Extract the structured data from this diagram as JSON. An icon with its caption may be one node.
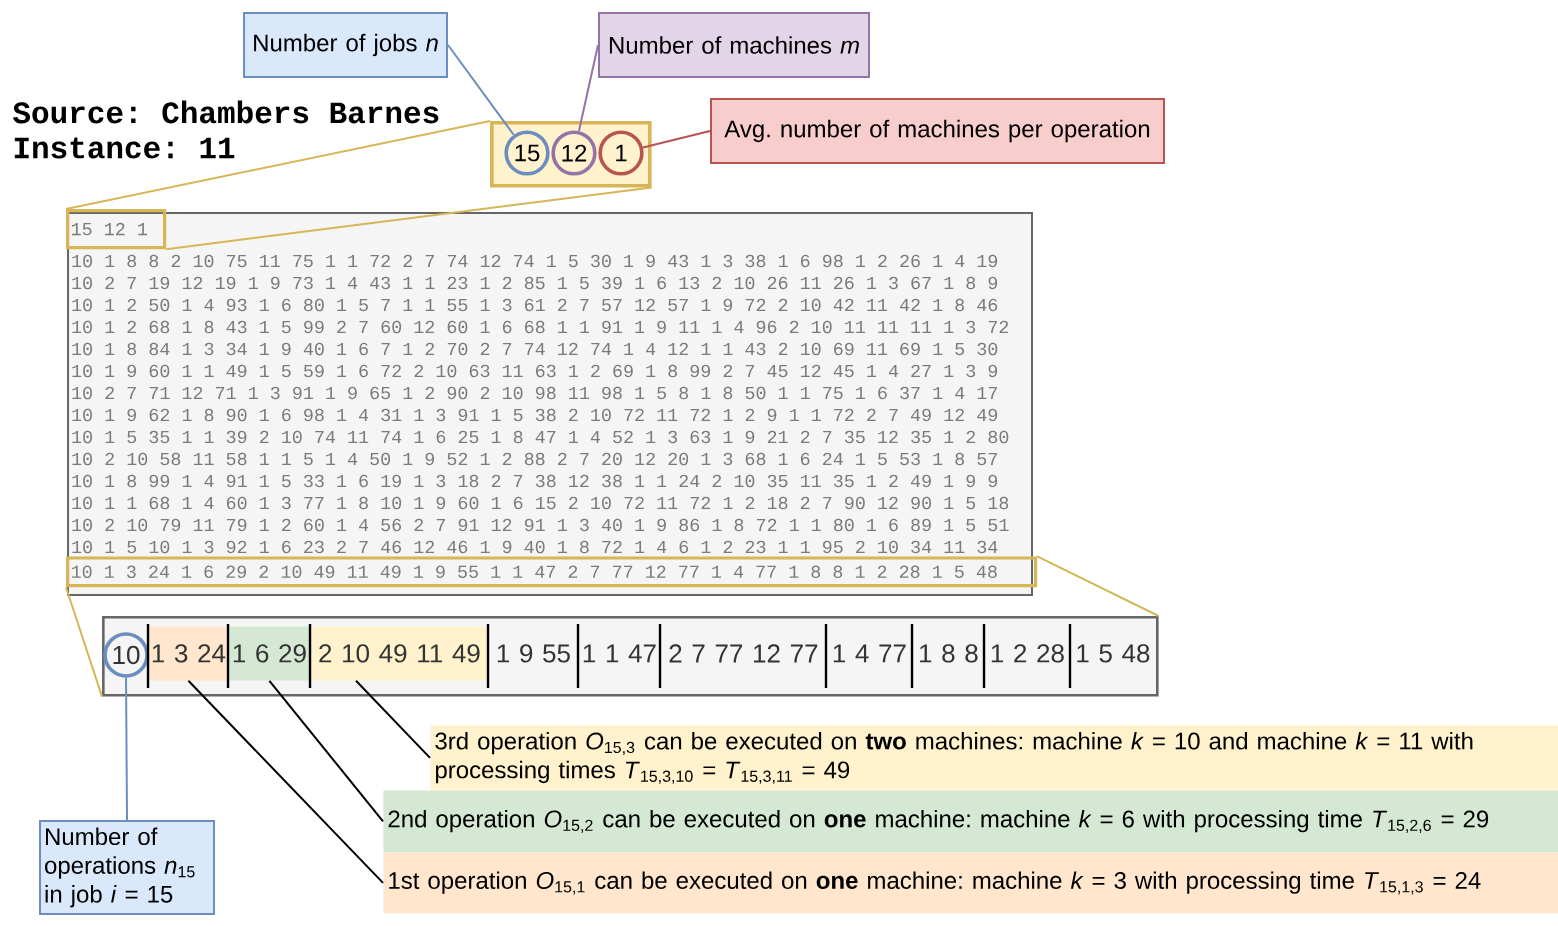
{
  "diagram": {
    "nodes": [
      {
        "text": [
          "Number of jobs *n*"
        ]
      },
      {
        "text": [
          "Number of machines *m*"
        ]
      },
      {
        "text": [
          "Avg. number of machines per operation"
        ]
      },
      {
        "text": [],
        "shape": "box"
      },
      {
        "text": [
          "15"
        ],
        "in": 3
      },
      {
        "text": [
          "12"
        ],
        "in": 3
      },
      {
        "text": [
          "1"
        ],
        "in": 3
      },
      {
        "text": [
          "10 1 8 8 2 10 75 11 75 1 1 72 2 7 74 12 74 1 5 30 1 9 43 1 3 38 1 6 98 1 2 26 1 4 19",
          "10 2 7 19 12 19 1 9 73 1 4 43 1 1 23 1 2 85 1 5 39 1 6 13 2 10 26 11 26 1 3 67 1 8 9",
          "10 1 2 50 1 4 93 1 6 80 1 5 7 1 1 55 1 3 61 2 7 57 12 57 1 9 72 2 10 42 11 42 1 8 46",
          "10 1 2 68 1 8 43 1 5 99 2 7 60 12 60 1 6 68 1 1 91 1 9 11 1 4 96 2 10 11 11 11 1 3 72",
          "10 1 8 84 1 3 34 1 9 40 1 6 7 1 2 70 2 7 74 12 74 1 4 12 1 1 43 2 10 69 11 69 1 5 30",
          "10 1 9 60 1 1 49 1 5 59 1 6 72 2 10 63 11 63 1 2 69 1 8 99 2 7 45 12 45 1 4 27 1 3 9",
          "10 2 7 71 12 71 1 3 91 1 9 65 1 2 90 2 10 98 11 98 1 5 8 1 8 50 1 1 75 1 6 37 1 4 17",
          "10 1 9 62 1 8 90 1 6 98 1 4 31 1 3 91 1 5 38 2 10 72 11 72 1 2 9 1 1 72 2 7 49 12 49",
          "10 1 5 35 1 1 39 2 10 74 11 74 1 6 25 1 8 47 1 4 52 1 3 63 1 9 21 2 7 35 12 35 1 2 80",
          "10 2 10 58 11 58 1 1 5 1 4 50 1 9 52 1 2 88 2 7 20 12 20 1 3 68 1 6 24 1 5 53 1 8 57",
          "10 1 8 99 1 4 91 1 5 33 1 6 19 1 3 18 2 7 38 12 38 1 1 24 2 10 35 11 35 1 2 49 1 9 9",
          "10 1 1 68 1 4 60 1 3 77 1 8 10 1 9 60 1 6 15 2 10 72 11 72 1 2 18 2 7 90 12 90 1 5 18",
          "10 2 10 79 11 79 1 2 60 1 4 56 2 7 91 12 91 1 3 40 1 9 86 1 8 72 1 1 80 1 6 89 1 5 51",
          "10 1 5 10 1 3 92 1 6 23 2 7 46 12 46 1 9 40 1 8 72 1 4 6 1 2 23 1 1 95 2 10 34 11 34"
        ]
      },
      {
        "text": [
          "15 12 1"
        ],
        "in": 7
      },
      {
        "text": [
          "10 1 3 24 1 6 29 2 10 49 11 49 1 9 55 1 1 47 2 7 77 12 77 1 4 77 1 8 8 1 2 28 1 5 48"
        ],
        "in": 7
      },
      {
        "text": [],
        "shape": "box"
      },
      {
        "text": [
          "10"
        ],
        "in": 10
      },
      {
        "text": [
          "1 3 24"
        ],
        "in": 10
      },
      {
        "text": [
          "1 6 29"
        ],
        "in": 10
      },
      {
        "text": [
          "2 10 49 11 49"
        ],
        "in": 10
      },
      {
        "text": [
          "1 9 55"
        ],
        "in": 10
      },
      {
        "text": [
          "1 1 47"
        ],
        "in": 10
      },
      {
        "text": [
          "2 7 77 12 77"
        ],
        "in": 10
      },
      {
        "text": [
          "1 4 77"
        ],
        "in": 10
      },
      {
        "text": [
          "1 8 8"
        ],
        "in": 10
      },
      {
        "text": [
          "1 2 28"
        ],
        "in": 10
      },
      {
        "text": [
          "1 5 48"
        ],
        "in": 10
      },
      {
        "text": [
          "3rd operation *O*$_{15,3}$ can be executed on **two** machines: machine *k* = 10 and machine *k* = 11 with processing times *T*$_{15,3,10}$ = *T*$_{15,3,11}$ = 49"
        ]
      },
      {
        "text": [
          "2nd operation *O*$_{15,2}$ can be executed on **one** machine: machine *k* = 6 with processing time *T*$_{15,2,6}$ = 29"
        ]
      },
      {
        "text": [
          "Number of operations *n*$_{15}$ in job *i* = 15"
        ]
      },
      {
        "text": [
          "1st operation *O*$_{15,1}$ can be executed on **one** machine: machine *k* = 3 with processing time *T*$_{15,1,3}$ = 24"
        ]
      }
    ],
    "edges": [
      {
        "from": 0,
        "to": 4,
        "arrow": "none",
        "color": "#6c8ebf"
      },
      {
        "from": 1,
        "to": 5,
        "arrow": "none",
        "color": "#9673a6"
      },
      {
        "from": 2,
        "to": 6,
        "arrow": "none",
        "color": "#b85450"
      },
      {
        "from": 3,
        "to": 8,
        "arrow": "none",
        "color": "#d6b656"
      },
      {
        "from": 3,
        "to": 8,
        "arrow": "none",
        "color": "#d6b656"
      },
      {
        "from": 9,
        "to": 10,
        "arrow": "none",
        "color": "#d6b656"
      },
      {
        "from": 9,
        "to": 10,
        "arrow": "none",
        "color": "#d6b656"
      },
      {
        "from": 22,
        "to": 14,
        "arrow": "none",
        "color": "#000000"
      },
      {
        "from": 23,
        "to": 13,
        "arrow": "none",
        "color": "#000000"
      },
      {
        "from": 25,
        "to": 12,
        "arrow": "none",
        "color": "#000000"
      },
      {
        "from": 24,
        "to": 11,
        "arrow": "none",
        "color": "#6c8ebf"
      }
    ],
    "labels": [
      "Source: Chambers Barnes",
      "Instance: 11"
    ]
  }
}
